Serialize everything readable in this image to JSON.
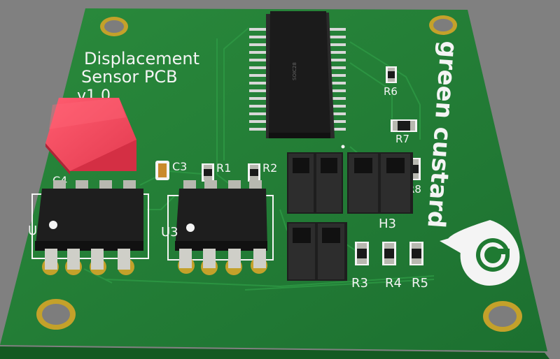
{
  "board": {
    "title_line1": "Displacement",
    "title_line2": "Sensor PCB",
    "version": "v1.0",
    "logo_text": "green custard"
  },
  "labels": {
    "c3": "C3",
    "c4": "C4",
    "r1": "R1",
    "r2": "R2",
    "r3": "R3",
    "r4": "R4",
    "r5": "R5",
    "r6": "R6",
    "r7": "R7",
    "r8": "R8",
    "h3": "H3",
    "u_left": "U",
    "u3": "U3",
    "chip_marking": "SOIC28"
  },
  "colors": {
    "background": "#808080",
    "pcb": "#1f7a32",
    "pcb_edge": "#145a22",
    "silkscreen": "#f4f4f4",
    "capacitor": "#e8384f",
    "ic_body": "#1b1b1b",
    "pads": "#b8b8b0"
  }
}
